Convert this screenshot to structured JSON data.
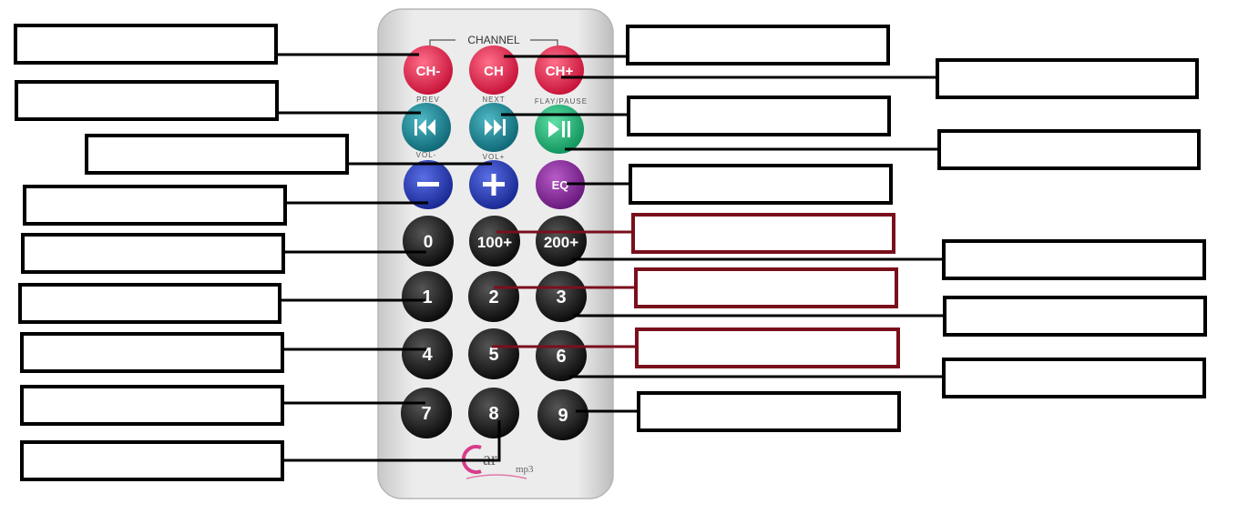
{
  "remote": {
    "channel_group_label": "CHANNEL",
    "section_labels": {
      "prev": "PREV",
      "next": "NEXT",
      "play_pause": "FLAY/PAUSE",
      "vol_minus": "VOL-",
      "vol_plus": "VOL+"
    },
    "buttons": {
      "ch_minus": "CH-",
      "ch": "CH",
      "ch_plus": "CH+",
      "eq": "EQ",
      "b100": "100+",
      "b200": "200+",
      "n0": "0",
      "n1": "1",
      "n2": "2",
      "n3": "3",
      "n4": "4",
      "n5": "5",
      "n6": "6",
      "n7": "7",
      "n8": "8",
      "n9": "9"
    },
    "logo": {
      "main": "ar",
      "sub": "mp3"
    }
  },
  "colors": {
    "red_button": "#e8284f",
    "teal_button": "#1f8c9a",
    "green_button": "#22b57a",
    "blue_button": "#2a3fb8",
    "purple_button": "#8e2f9e",
    "black_button": "#1c1c1c",
    "remote_body": "#e4e4e4",
    "label_box_border_default": "#000000",
    "label_box_border_highlight": "#7a0f1c",
    "logo_accent": "#d83b8a"
  },
  "label_boxes": [
    {
      "id": "left-1",
      "text": ""
    },
    {
      "id": "left-2",
      "text": ""
    },
    {
      "id": "left-3",
      "text": ""
    },
    {
      "id": "left-4",
      "text": ""
    },
    {
      "id": "left-5",
      "text": ""
    },
    {
      "id": "left-6",
      "text": ""
    },
    {
      "id": "left-7",
      "text": ""
    },
    {
      "id": "left-8",
      "text": ""
    },
    {
      "id": "left-9",
      "text": ""
    },
    {
      "id": "right-1",
      "text": ""
    },
    {
      "id": "right-2",
      "text": ""
    },
    {
      "id": "right-3",
      "text": ""
    },
    {
      "id": "right-4",
      "text": ""
    },
    {
      "id": "right-5",
      "text": ""
    },
    {
      "id": "right-6",
      "text": ""
    },
    {
      "id": "right-7",
      "text": ""
    },
    {
      "id": "right-8",
      "text": ""
    },
    {
      "id": "right-9",
      "text": ""
    },
    {
      "id": "right-10",
      "text": ""
    },
    {
      "id": "right-11",
      "text": ""
    },
    {
      "id": "right-12",
      "text": ""
    }
  ]
}
